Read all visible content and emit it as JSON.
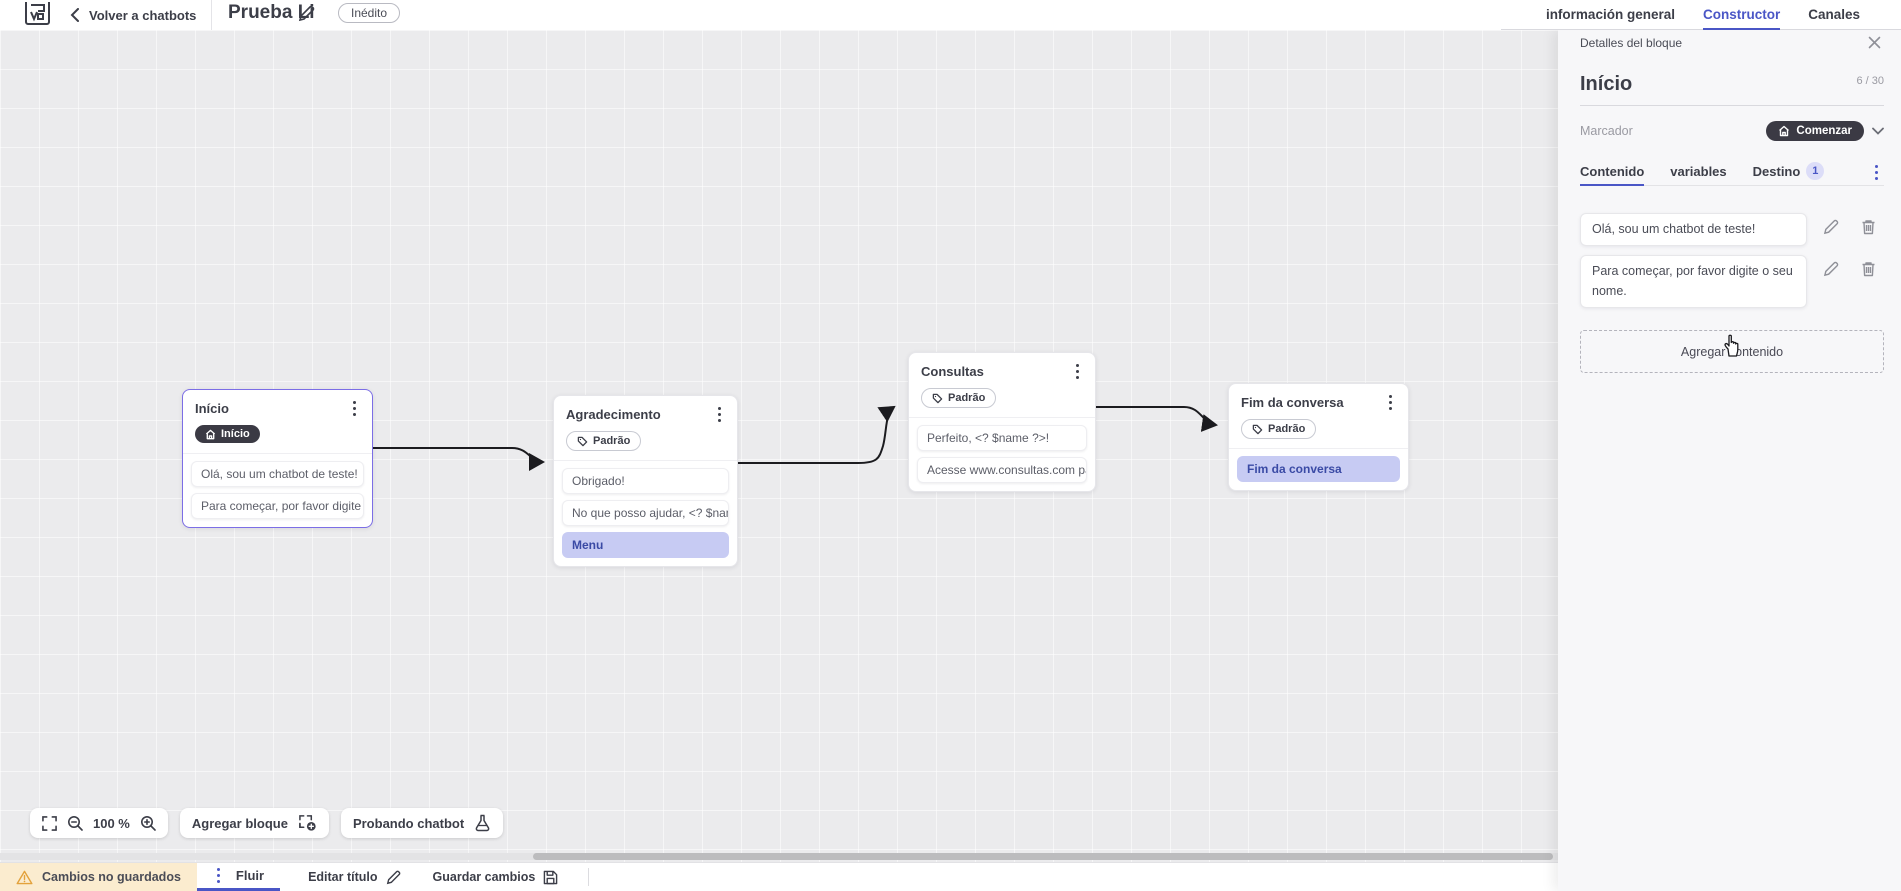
{
  "topbar": {
    "back_label": "Volver a chatbots",
    "title": "Prueba Li",
    "status_badge": "Inédito",
    "tabs": [
      {
        "label": "información general",
        "active": false
      },
      {
        "label": "Constructor",
        "active": true
      },
      {
        "label": "Canales",
        "active": false
      }
    ]
  },
  "panel": {
    "header_title": "Detalles del bloque",
    "block_name": "Início",
    "name_counter": "6 / 30",
    "marker_label": "Marcador",
    "marker_value": "Comenzar",
    "tabs": [
      {
        "label": "Contenido",
        "active": true
      },
      {
        "label": "variables",
        "active": false
      },
      {
        "label": "Destino",
        "badge": "1",
        "active": false
      }
    ],
    "messages": [
      "Olá, sou um chatbot de teste!",
      "Para começar, por favor digite o seu nome."
    ],
    "add_content_label": "Agregar contenido"
  },
  "canvas": {
    "zoom_level": "100 %",
    "add_block_label": "Agregar bloque",
    "test_chatbot_label": "Probando chatbot",
    "blocks": [
      {
        "title": "Início",
        "tag": "Início",
        "items": [
          "Olá, sou um chatbot de teste!",
          "Para começar, por favor digite o ..."
        ]
      },
      {
        "title": "Agradecimento",
        "tag": "Padrão",
        "items": [
          "Obrigado!",
          "No que posso ajudar, <? $name ..."
        ],
        "button": "Menu"
      },
      {
        "title": "Consultas",
        "tag": "Padrão",
        "items": [
          "Perfeito, <? $name ?>!",
          "Acesse www.consultas.com par..."
        ]
      },
      {
        "title": "Fim da conversa",
        "tag": "Padrão",
        "items": [],
        "button": "Fim da conversa"
      }
    ]
  },
  "bottombar": {
    "unsaved_label": "Cambios no guardados",
    "flow_tab_label": "Fluir",
    "edit_title_label": "Editar título",
    "save_label": "Guardar cambios"
  },
  "icons": {
    "logo": "app-logo",
    "back": "chevron-left",
    "edit": "pencil",
    "delete": "trash",
    "close": "x",
    "marker": "home",
    "tag": "label-tag",
    "menu": "three-dots-vertical",
    "fullscreen": "expand-corners",
    "zoom_out": "magnifier-minus",
    "zoom_in": "magnifier-plus",
    "add_block": "dashed-square-plus",
    "test": "flask",
    "warning": "triangle-exclamation",
    "save": "floppy-disk",
    "dropdown": "chevron-down",
    "cursor": "hand-pointer"
  },
  "colors": {
    "accent": "#4a56c6",
    "selected_border": "#7c6ee6",
    "dark_pill": "#3b3a44",
    "node_button_bg": "#c7cbf3",
    "node_button_text": "#3a4aa5",
    "warning_bg": "#fbeccf",
    "warning_icon": "#e3a23c",
    "canvas_bg": "#ebebed"
  }
}
